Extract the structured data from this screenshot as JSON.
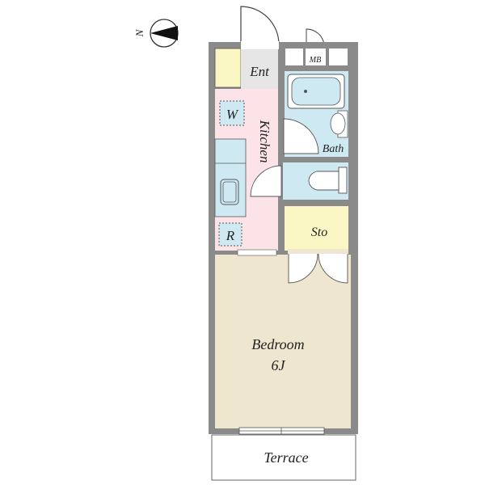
{
  "compass": {
    "north_label": "N"
  },
  "rooms": {
    "entrance": "Ent",
    "meter_box": "MB",
    "kitchen": "Kitchen",
    "washer": "W",
    "refrigerator": "R",
    "bath": "Bath",
    "storage": "Sto",
    "bedroom": "Bedroom",
    "bedroom_size": "6J",
    "terrace": "Terrace"
  },
  "colors": {
    "wall": "#8a8a8a",
    "entrance_floor": "#e6e6e6",
    "shoe_closet": "#fbf7c4",
    "kitchen_floor": "#fbe3e8",
    "wet_area": "#cfe9f3",
    "storage": "#fbf7c4",
    "bedroom_floor": "#efe6cf",
    "terrace": "#ffffff"
  }
}
